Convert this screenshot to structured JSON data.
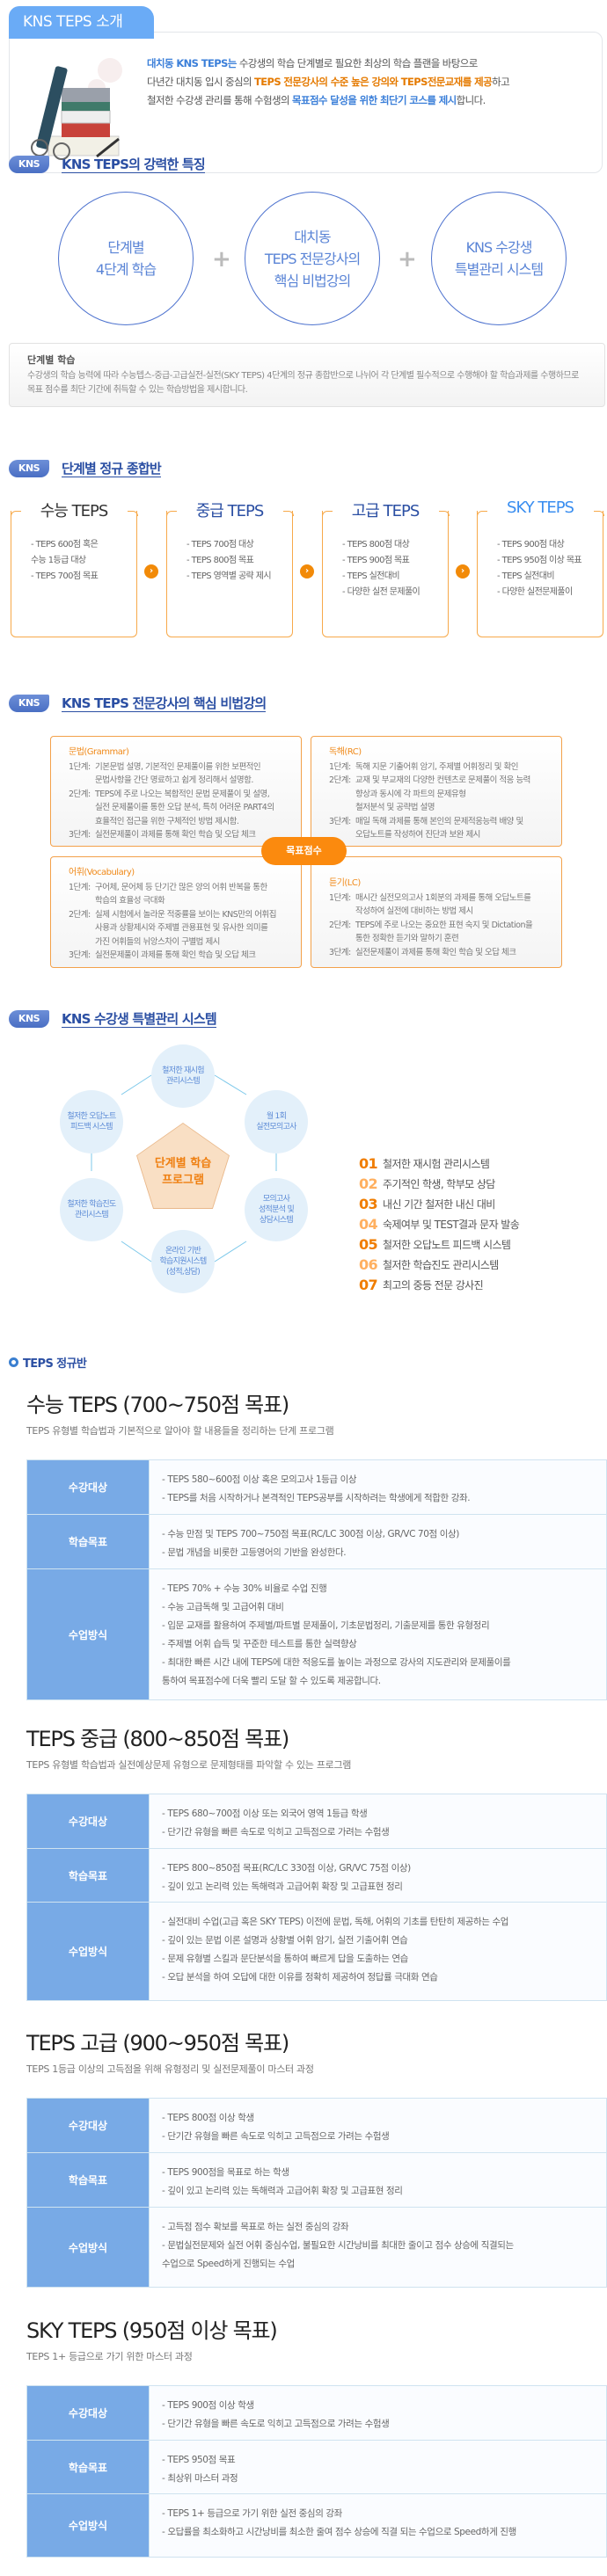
{
  "intro": {
    "tab_title": "KNS TEPS 소개",
    "lines": [
      [
        {
          "t": "대치동 KNS TEPS는",
          "c": "b"
        },
        {
          "t": " 수강생의 학습 단계별로 필요한 최상의 학습 플랜을 바탕으로",
          "c": "n"
        }
      ],
      [
        {
          "t": "다년간 대치동 입시 중심의 ",
          "c": "n"
        },
        {
          "t": "TEPS 전문강사의 수준 높은 강의와 TEPS전문교재를 제공",
          "c": "o"
        },
        {
          "t": "하고",
          "c": "n"
        }
      ],
      [
        {
          "t": "철저한 수강생 관리를 통해 수험생의 ",
          "c": "n"
        },
        {
          "t": "목표점수 달성을 위한 최단기 코스를 제시",
          "c": "b"
        },
        {
          "t": "합니다.",
          "c": "n"
        }
      ]
    ]
  },
  "badge": "KNS",
  "features": {
    "title": "KNS TEPS의 강력한 특징",
    "circles": [
      [
        "단계별",
        "4단계 학습"
      ],
      [
        "대치동",
        "TEPS 전문강사의",
        "핵심 비법강의"
      ],
      [
        "KNS 수강생",
        "특별관리 시스템"
      ]
    ],
    "plus": "+",
    "info_title": "단계별 학습",
    "info_text": "수강생의 학습 능력에 따라 수능텝스-중급-고급실전-실전(SKY TEPS) 4단계의 정규 종합반으로 나뉘어 각 단계별 필수적으로 수행해야 할 학습과제를 수행하므로 목표 점수를 최단 기간에 취득할 수 있는 학습방법을 제시합니다."
  },
  "levels": {
    "title": "단계별 정규 종합반",
    "arrow": "›",
    "cards": [
      {
        "title": "수능 TEPS",
        "color": "#333333",
        "items": [
          "- TEPS 600점 혹은\n  수능 1등급 대상",
          "- TEPS 700점 목표"
        ]
      },
      {
        "title": "중급 TEPS",
        "color": "#2b4fa3",
        "items": [
          "- TEPS 700점 대상",
          "- TEPS 800점 목표",
          "- TEPS 영역별 공략 제시"
        ]
      },
      {
        "title": "고급 TEPS",
        "color": "#2b4fa3",
        "items": [
          "- TEPS 800점 대상",
          "- TEPS 900점 목표",
          "- TEPS 실전대비",
          "- 다양한 실전 문제풀이"
        ]
      },
      {
        "title": "SKY TEPS",
        "color": "#3a8ef0",
        "items": [
          "- TEPS 900점 대상",
          "- TEPS 950점 이상 목표",
          "- TEPS 실전대비",
          "- 다양한 실전문제풀이"
        ]
      }
    ]
  },
  "methods": {
    "title": "KNS TEPS 전문강사의 핵심 비법강의",
    "center_badge": "목표점수",
    "boxes": [
      {
        "title": "문법(Grammar)",
        "steps": [
          {
            "label": "1단계:",
            "lines": [
              "기본문법 설명, 기본적인 문제풀이를 위한 보편적인",
              "문법사항을 간단 명료하고 쉽게 정리해서 설명함."
            ]
          },
          {
            "label": "2단계:",
            "lines": [
              "TEPS에 주로 나오는 복합적인 문법 문제풀이 및 설명,",
              "실전 문제풀이를 통한 오답 분석, 특히 어려운 PART4의",
              "효율적인 접근을 위한 구체적인 방법 제시함."
            ]
          },
          {
            "label": "3단계:",
            "lines": [
              "실전문제풀이 과제를 통해 확인 학습 및 오답 체크"
            ]
          }
        ]
      },
      {
        "title": "독해(RC)",
        "steps": [
          {
            "label": "1단계:",
            "lines": [
              "독해 지문 기출어휘 암기, 주제별 어휘정리 및 확인"
            ]
          },
          {
            "label": "2단계:",
            "lines": [
              "교재 및 부교재의 다양한 컨텐츠로 문제풀이 적응 능력",
              "향상과 동시에 각 파트의 문제유형",
              "철저분석 및 공략법 설명"
            ]
          },
          {
            "label": "3단계:",
            "lines": [
              "매일 독해 과제를 통해 본인의 문제적응능력 배양 및",
              "오답노트를 작성하여 진단과 보완 제시"
            ]
          }
        ]
      },
      {
        "title": "어휘(Vocabulary)",
        "steps": [
          {
            "label": "1단계:",
            "lines": [
              "구어체, 문어체 등 단기간 많은 양의 어휘 반복을 통한",
              "학습의 효율성 극대화"
            ]
          },
          {
            "label": "2단계:",
            "lines": [
              "실제 시험에서 놀라운 적중률을 보이는 KNS만의 어휘집",
              "사용과 상황제시와 주제별 관용표현 및 유사한 의미를",
              "가진 어휘들의 뉘앙스차이 구별법 제시"
            ]
          },
          {
            "label": "3단계:",
            "lines": [
              "실전문제풀이 과제를 통해 확인 학습 및 오답 체크"
            ]
          }
        ]
      },
      {
        "title": "듣기(LC)",
        "steps": [
          {
            "label": "1단계:",
            "lines": [
              "매시간 실전모의고사 1회분의 과제를 통해 오답노트를",
              "작성하여 실전에 대비하는 방법 제시"
            ]
          },
          {
            "label": "2단계:",
            "lines": [
              "TEPS에 주로 나오는 중요한 표현 숙지 및 Dictation을",
              "통한 정확한 듣기와 말하기 훈련"
            ]
          },
          {
            "label": "3단계:",
            "lines": [
              "실전문제풀이 과제를 통해 확인 학습 및 오답 체크"
            ]
          }
        ]
      }
    ]
  },
  "management": {
    "title": "KNS 수강생 특별관리 시스템",
    "center": "단계별 학습\n프로그램",
    "nodes": [
      "철저한 재시험\n관리시스템",
      "월 1회\n실전모의고사",
      "모의고사\n성적분석 및\n상담시스템",
      "온라인 기반\n학습지원시스템\n(성적,상담)",
      "철저한 학습진도\n관리시스템",
      "철저한 오답노트\n피드백 시스템"
    ],
    "list": [
      {
        "num": "01",
        "text": "철저한 재시험 관리시스템",
        "color": "#f07d00"
      },
      {
        "num": "02",
        "text": "주기적인 학생, 학부모 상담",
        "color": "#ffb060"
      },
      {
        "num": "03",
        "text": "내신 기간 철저한 내신 대비",
        "color": "#f07d00"
      },
      {
        "num": "04",
        "text": "숙제여부 및 TEST결과 문자 발송",
        "color": "#ffb060"
      },
      {
        "num": "05",
        "text": "철저한 오답노트 피드백 시스템",
        "color": "#f07d00"
      },
      {
        "num": "06",
        "text": "철저한 학습진도 관리시스템",
        "color": "#ffb060"
      },
      {
        "num": "07",
        "text": "최고의 중등 전문 강사진",
        "color": "#f07d00"
      }
    ]
  },
  "regular": {
    "heading": "TEPS 정규반",
    "courses": [
      {
        "title": "수능 TEPS (700~750점 목표)",
        "subtitle": "TEPS 유형별 학습법과 기본적으로 알아야 할 내용들을 정리하는 단계 프로그램",
        "rows": [
          {
            "label": "수강대상",
            "lines": [
              "- TEPS 580~600점 이상 혹은 모의고사 1등급 이상",
              "- TEPS를 처음 시작하거나 본격적인 TEPS공부를 시작하려는 학생에게 적합한 강좌."
            ]
          },
          {
            "label": "학습목표",
            "lines": [
              "- 수능 만점 및 TEPS 700~750점 목표(RC/LC 300점 이상, GR/VC 70점 이상)",
              "- 문법 개념을 비롯한 고등영어의 기반을 완성한다."
            ]
          },
          {
            "label": "수업방식",
            "lines": [
              "- TEPS 70% + 수능 30% 비율로 수업 진행",
              "- 수능 고급독해 및 고급어휘 대비",
              "- 입문 교재를 활용하여 주제별/파트별 문제풀이, 기초문법정리, 기출문제를 통한 유형정리",
              "- 주제별 어휘 습득 및 꾸준한 테스트를 통한 실력향상",
              "- 최대한 빠른 시간 내에 TEPS에 대한 적응도를 높이는 과정으로 강사의 지도관리와 문제풀이를\n  통하여 목표점수에 더욱 빨리 도달 할 수 있도록 제공합니다."
            ]
          }
        ]
      },
      {
        "title": "TEPS 중급 (800~850점 목표)",
        "subtitle": "TEPS 유형별 학습법과 실전예상문제 유형으로 문제형태를 파악할 수 있는 프로그램",
        "rows": [
          {
            "label": "수강대상",
            "lines": [
              "- TEPS 680~700점 이상 또는 외국어 영역 1등급 학생",
              "- 단기간 유형을 빠른 속도로 익히고 고득점으로 가려는 수험생"
            ]
          },
          {
            "label": "학습목표",
            "lines": [
              "- TEPS 800~850점 목표(RC/LC 330점 이상, GR/VC 75점 이상)",
              "- 깊이 있고 논리력 있는 독해력과 고급어휘 확장 및 고급표현 정리"
            ]
          },
          {
            "label": "수업방식",
            "lines": [
              "- 실전대비 수업(고급 혹은 SKY TEPS) 이전에 문법, 독해, 어휘의 기초를 탄탄히 제공하는 수업",
              "- 깊이 있는 문법 이론 설명과 상황별 어휘 암기, 실전 기출어휘 연습",
              "- 문제 유형별 스킬과 문단분석을 통하여 빠르게 답을 도출하는 연습",
              "- 오답 분석을 하여 오답에 대한 이유를 정확히 제공하여 정답률 극대화 연습"
            ]
          }
        ]
      },
      {
        "title": "TEPS 고급 (900~950점 목표)",
        "subtitle": "TEPS 1등급 이상의 고득점을 위해 유형정리 및 실전문제풀이 마스터 과정",
        "rows": [
          {
            "label": "수강대상",
            "lines": [
              "- TEPS 800점 이상 학생",
              "- 단기간 유형을 빠른 속도로 익히고 고득점으로 가려는 수험생"
            ]
          },
          {
            "label": "학습목표",
            "lines": [
              "- TEPS 900점을 목표로 하는 학생",
              "- 깊이 있고 논리력 있는 독해력과 고급어휘 확장 및 고급표현 정리"
            ]
          },
          {
            "label": "수업방식",
            "lines": [
              "- 고득점 점수 확보를 목표로 하는 실전 중심의 강좌",
              "- 문법실전문제와 실전 어휘 중심수업, 불필요한 시간낭비를 최대한 줄이고 점수 상승에 직결되는\n  수업으로 Speed하게 진행되는 수업"
            ]
          }
        ]
      },
      {
        "title": "SKY TEPS  (950점 이상 목표)",
        "subtitle": "TEPS 1+ 등급으로 가기 위한 마스터 과정",
        "rows": [
          {
            "label": "수강대상",
            "lines": [
              "- TEPS 900점 이상 학생",
              "- 단기간 유형을 빠른 속도로 익히고 고득점으로 가려는 수험생"
            ]
          },
          {
            "label": "학습목표",
            "lines": [
              "- TEPS 950점 목표",
              "- 최상위 마스터 과정"
            ]
          },
          {
            "label": "수업방식",
            "lines": [
              "- TEPS 1+ 등급으로 가기 위한 실전 중심의 강좌",
              "- 오답률을 최소화하고 시간낭비를 최소한 줄여 점수 상승에 직결 되는 수업으로 Speed하게 진행"
            ]
          }
        ]
      }
    ]
  }
}
